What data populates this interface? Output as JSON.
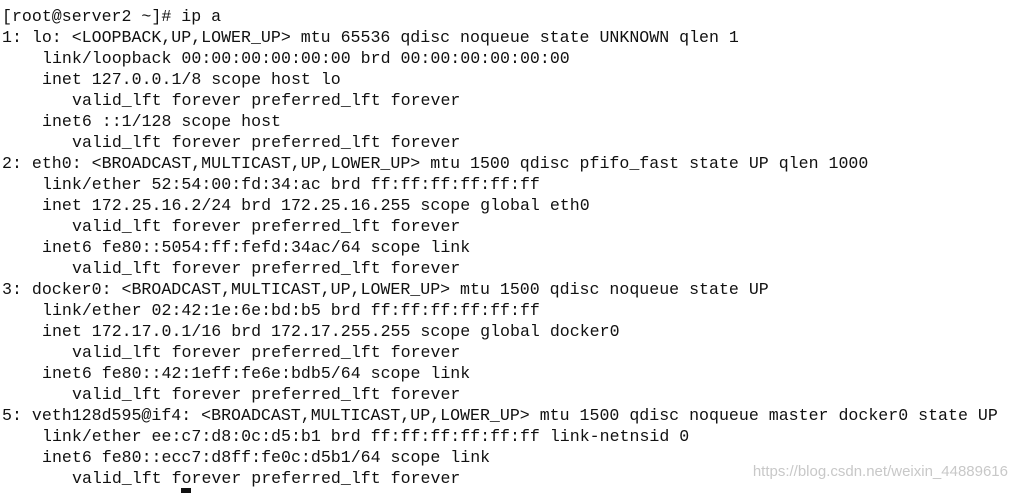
{
  "terminal": {
    "lines": [
      "[root@server2 ~]# ip a",
      "1: lo: <LOOPBACK,UP,LOWER_UP> mtu 65536 qdisc noqueue state UNKNOWN qlen 1",
      "link/loopback 00:00:00:00:00:00 brd 00:00:00:00:00:00",
      "inet 127.0.0.1/8 scope host lo",
      "valid_lft forever preferred_lft forever",
      "inet6 ::1/128 scope host",
      "valid_lft forever preferred_lft forever",
      "2: eth0: <BROADCAST,MULTICAST,UP,LOWER_UP> mtu 1500 qdisc pfifo_fast state UP qlen 1000",
      "link/ether 52:54:00:fd:34:ac brd ff:ff:ff:ff:ff:ff",
      "inet 172.25.16.2/24 brd 172.25.16.255 scope global eth0",
      "valid_lft forever preferred_lft forever",
      "inet6 fe80::5054:ff:fefd:34ac/64 scope link",
      "valid_lft forever preferred_lft forever",
      "3: docker0: <BROADCAST,MULTICAST,UP,LOWER_UP> mtu 1500 qdisc noqueue state UP",
      "link/ether 02:42:1e:6e:bd:b5 brd ff:ff:ff:ff:ff:ff",
      "inet 172.17.0.1/16 brd 172.17.255.255 scope global docker0",
      "valid_lft forever preferred_lft forever",
      "inet6 fe80::42:1eff:fe6e:bdb5/64 scope link",
      "valid_lft forever preferred_lft forever",
      "5: veth128d595@if4: <BROADCAST,MULTICAST,UP,LOWER_UP> mtu 1500 qdisc noqueue master docker0 state UP",
      "link/ether ee:c7:d8:0c:d5:b1 brd ff:ff:ff:ff:ff:ff link-netnsid 0",
      "inet6 fe80::ecc7:d8ff:fe0c:d5b1/64 scope link",
      "valid_lft forever preferred_lft forever"
    ]
  },
  "watermark": {
    "text": "https://blog.csdn.net/weixin_44889616"
  },
  "colors": {
    "background": "#ffffff",
    "text": "#111111",
    "watermark": "#c8c8c8"
  }
}
